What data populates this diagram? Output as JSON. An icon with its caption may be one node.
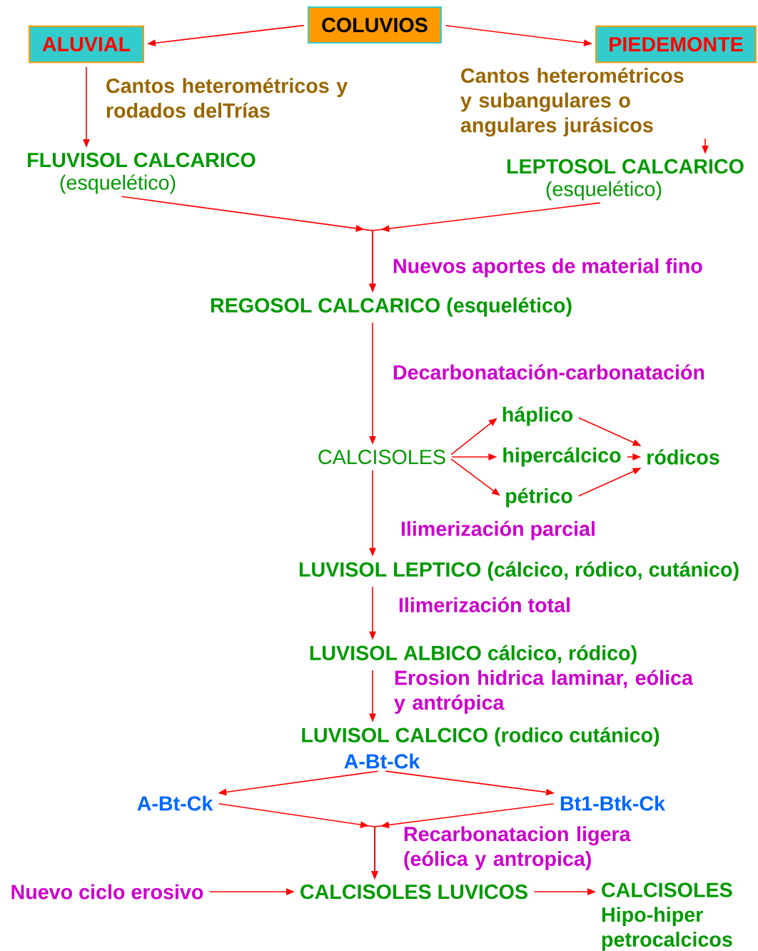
{
  "diagram": {
    "nodes": [
      {
        "text": [
          "COLUVIOS"
        ]
      },
      {
        "text": [
          "ALUVIAL"
        ]
      },
      {
        "text": [
          "PIEDEMONTE"
        ]
      },
      {
        "text": [
          "FLUVISOL CALCARICO",
          "(esquelético)"
        ]
      },
      {
        "text": [
          "LEPTOSOL CALCARICO",
          "(esquelético)"
        ]
      },
      {
        "text": [
          "REGOSOL CALCARICO (esquelético)"
        ]
      },
      {
        "text": [
          "CALCISOLES"
        ]
      },
      {
        "text": [
          "háplico"
        ]
      },
      {
        "text": [
          "hipercálcico"
        ]
      },
      {
        "text": [
          "pétrico"
        ]
      },
      {
        "text": [
          "ródicos"
        ]
      },
      {
        "text": [
          "LUVISOL LEPTICO (cálcico, ródico, cutánico)"
        ]
      },
      {
        "text": [
          "LUVISOL ALBICO cálcico, ródico)"
        ]
      },
      {
        "text": [
          "LUVISOL CALCICO (rodico cutánico)",
          "A-Bt-Ck"
        ]
      },
      {
        "text": [
          "A-Bt-Ck"
        ]
      },
      {
        "text": [
          "Bt1-Btk-Ck"
        ]
      },
      {
        "text": [
          "Nuevo ciclo erosivo"
        ]
      },
      {
        "text": [
          "CALCISOLES LUVICOS"
        ]
      },
      {
        "text": [
          "CALCISOLES Hipo-hiper petrocalcicos"
        ]
      }
    ],
    "edges": [
      {
        "from": 0,
        "to": 1,
        "arrow": "to"
      },
      {
        "from": 0,
        "to": 2,
        "arrow": "to"
      },
      {
        "from": 1,
        "to": 3,
        "arrow": "to",
        "label": "Cantos heterométricos y rodados delTrías"
      },
      {
        "from": 2,
        "to": 4,
        "arrow": "to",
        "label": "Cantos heterométricos y subangulares o angulares jurásicos"
      },
      {
        "from": 3,
        "to": 5,
        "arrow": "to",
        "label": "Nuevos aportes de material fino"
      },
      {
        "from": 4,
        "to": 5,
        "arrow": "to"
      },
      {
        "from": 5,
        "to": 6,
        "arrow": "to",
        "label": "Decarbonatación-carbonatación"
      },
      {
        "from": 6,
        "to": 7,
        "arrow": "to"
      },
      {
        "from": 6,
        "to": 8,
        "arrow": "to"
      },
      {
        "from": 6,
        "to": 9,
        "arrow": "to"
      },
      {
        "from": 7,
        "to": 10,
        "arrow": "to"
      },
      {
        "from": 8,
        "to": 10,
        "arrow": "to"
      },
      {
        "from": 9,
        "to": 10,
        "arrow": "to"
      },
      {
        "from": 6,
        "to": 11,
        "arrow": "to",
        "label": "Ilimerización parcial"
      },
      {
        "from": 11,
        "to": 12,
        "arrow": "to",
        "label": "Ilimerización total"
      },
      {
        "from": 12,
        "to": 13,
        "arrow": "to",
        "label": "Erosion hidrica laminar, eólica y antrópica"
      },
      {
        "from": 13,
        "to": 14,
        "arrow": "to"
      },
      {
        "from": 13,
        "to": 15,
        "arrow": "to"
      },
      {
        "from": 14,
        "to": 17,
        "arrow": "to"
      },
      {
        "from": 15,
        "to": 17,
        "arrow": "to",
        "label": "Recarbonatacion ligera (eólica y antropica)"
      },
      {
        "from": 16,
        "to": 17,
        "arrow": "to"
      },
      {
        "from": 17,
        "to": 18,
        "arrow": "to"
      }
    ]
  }
}
